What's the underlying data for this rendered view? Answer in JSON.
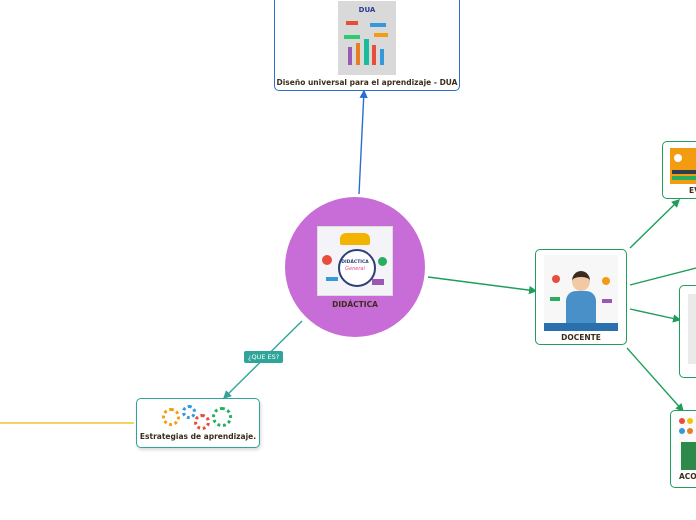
{
  "center": {
    "label": "DIDÁCTICA",
    "image_text": [
      "DIDÁCTICA",
      "General"
    ]
  },
  "dua": {
    "label": "Diseño universal para el aprendizaje - DUA",
    "image_title": "DUA"
  },
  "docente": {
    "label": "DOCENTE"
  },
  "estrategias": {
    "label": "Estrategias de aprendizaje."
  },
  "ev_node": {
    "label": "EV"
  },
  "aco_node": {
    "label": "ACO"
  },
  "link_tag": {
    "label": "¿QUE ES?"
  },
  "colors": {
    "center": "#c86dd7",
    "blue": "#2a6fcf",
    "green": "#1e9e5a",
    "teal": "#2fa59a",
    "yellow": "#f2b700"
  }
}
